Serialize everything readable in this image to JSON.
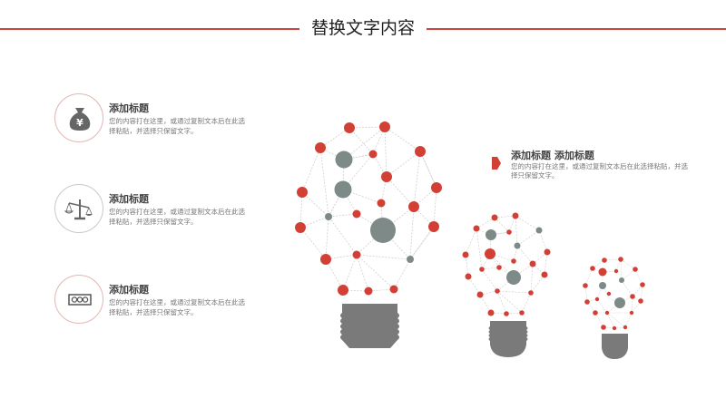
{
  "header": {
    "title": "替换文字内容",
    "line_color": "#c9473e"
  },
  "colors": {
    "accent_red": "#d23f35",
    "node_gray": "#7d8a88",
    "base_gray": "#7a7a7a",
    "edge_gray": "#cfcfcf"
  },
  "items": [
    {
      "icon": "money-bag-icon",
      "title": "添加标题",
      "desc": "您的内容打在这里，或通过复制文本后在此选择粘贴，并选择只保留文字。",
      "ring_color": "#e2b7b3"
    },
    {
      "icon": "balance-scale-icon",
      "title": "添加标题",
      "desc": "您的内容打在这里，或通过复制文本后在此选择粘贴，并选择只保留文字。",
      "ring_color": "#c9c9c9"
    },
    {
      "icon": "cash-banknote-icon",
      "title": "添加标题",
      "desc": "您的内容打在这里，或通过复制文本后在此选择粘贴，并选择只保留文字。",
      "ring_color": "#e2b7b3"
    }
  ],
  "callout": {
    "title": "添加标题 添加标题",
    "desc": "您的内容打在这里，或通过复制文本后在此选择粘贴，并选择只保留文字。"
  },
  "bulbs": [
    {
      "name": "large",
      "size": "large"
    },
    {
      "name": "medium",
      "size": "medium"
    },
    {
      "name": "small",
      "size": "small"
    }
  ]
}
